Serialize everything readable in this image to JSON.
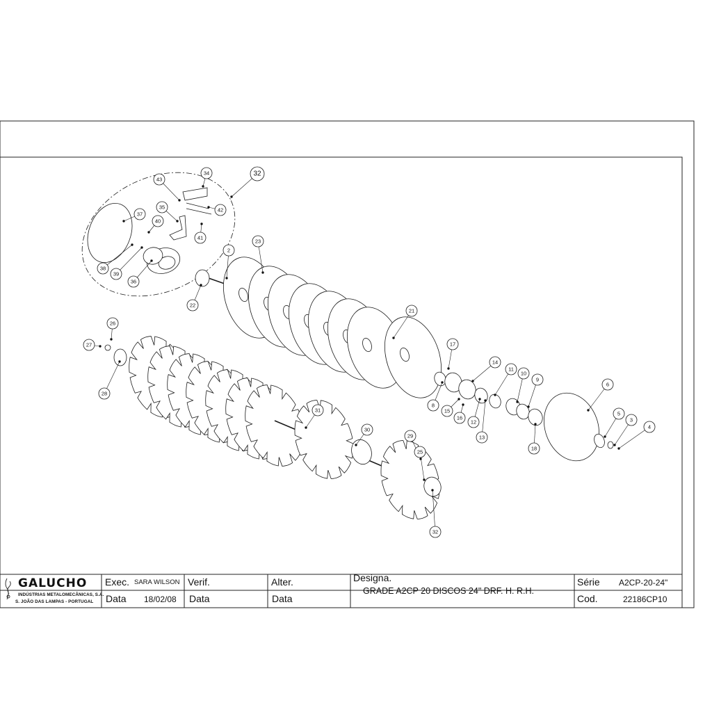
{
  "sheet": {
    "company": {
      "name": "GALUCHO",
      "line1": "INDÚSTRIAS METALOMECÂNICAS, S.A.",
      "line2": "S. JOÃO DAS LAMPAS - PORTUGAL"
    },
    "exec_label": "Exec.",
    "exec_value": "SARA WILSON",
    "data_label": "Data",
    "data_value": "18/02/08",
    "verif_label": "Verif.",
    "verif_data_label": "Data",
    "alter_label": "Alter.",
    "alter_data_label": "Data",
    "designa_label": "Designa.",
    "designa_value": "GRADE A2CP 20 DISCOS 24\" DRF. H. R.H.",
    "serie_label": "Série",
    "serie_value": "A2CP-20-24\"",
    "cod_label": "Cod.",
    "cod_value": "22186CP10"
  },
  "callouts": [
    {
      "id": "c32a",
      "label": "32"
    },
    {
      "id": "c34",
      "label": "34"
    },
    {
      "id": "c43",
      "label": "43"
    },
    {
      "id": "c42",
      "label": "42"
    },
    {
      "id": "c35",
      "label": "35"
    },
    {
      "id": "c37",
      "label": "37"
    },
    {
      "id": "c40",
      "label": "40"
    },
    {
      "id": "c41",
      "label": "41"
    },
    {
      "id": "c38",
      "label": "38"
    },
    {
      "id": "c39",
      "label": "39"
    },
    {
      "id": "c36",
      "label": "36"
    },
    {
      "id": "c2",
      "label": "2"
    },
    {
      "id": "c23",
      "label": "23"
    },
    {
      "id": "c22",
      "label": "22"
    },
    {
      "id": "c21",
      "label": "21"
    },
    {
      "id": "c26",
      "label": "26"
    },
    {
      "id": "c27",
      "label": "27"
    },
    {
      "id": "c28",
      "label": "28"
    },
    {
      "id": "c17",
      "label": "17"
    },
    {
      "id": "c14",
      "label": "14"
    },
    {
      "id": "c11",
      "label": "11"
    },
    {
      "id": "c10",
      "label": "10"
    },
    {
      "id": "c9",
      "label": "9"
    },
    {
      "id": "c8",
      "label": "8"
    },
    {
      "id": "c15",
      "label": "15"
    },
    {
      "id": "c16",
      "label": "16"
    },
    {
      "id": "c12",
      "label": "12"
    },
    {
      "id": "c13",
      "label": "13"
    },
    {
      "id": "c18",
      "label": "18"
    },
    {
      "id": "c6",
      "label": "6"
    },
    {
      "id": "c5",
      "label": "5"
    },
    {
      "id": "c3",
      "label": "3"
    },
    {
      "id": "c4",
      "label": "4"
    },
    {
      "id": "c31",
      "label": "31"
    },
    {
      "id": "c30",
      "label": "30"
    },
    {
      "id": "c29",
      "label": "29"
    },
    {
      "id": "c25",
      "label": "25"
    },
    {
      "id": "c32b",
      "label": "32"
    }
  ]
}
